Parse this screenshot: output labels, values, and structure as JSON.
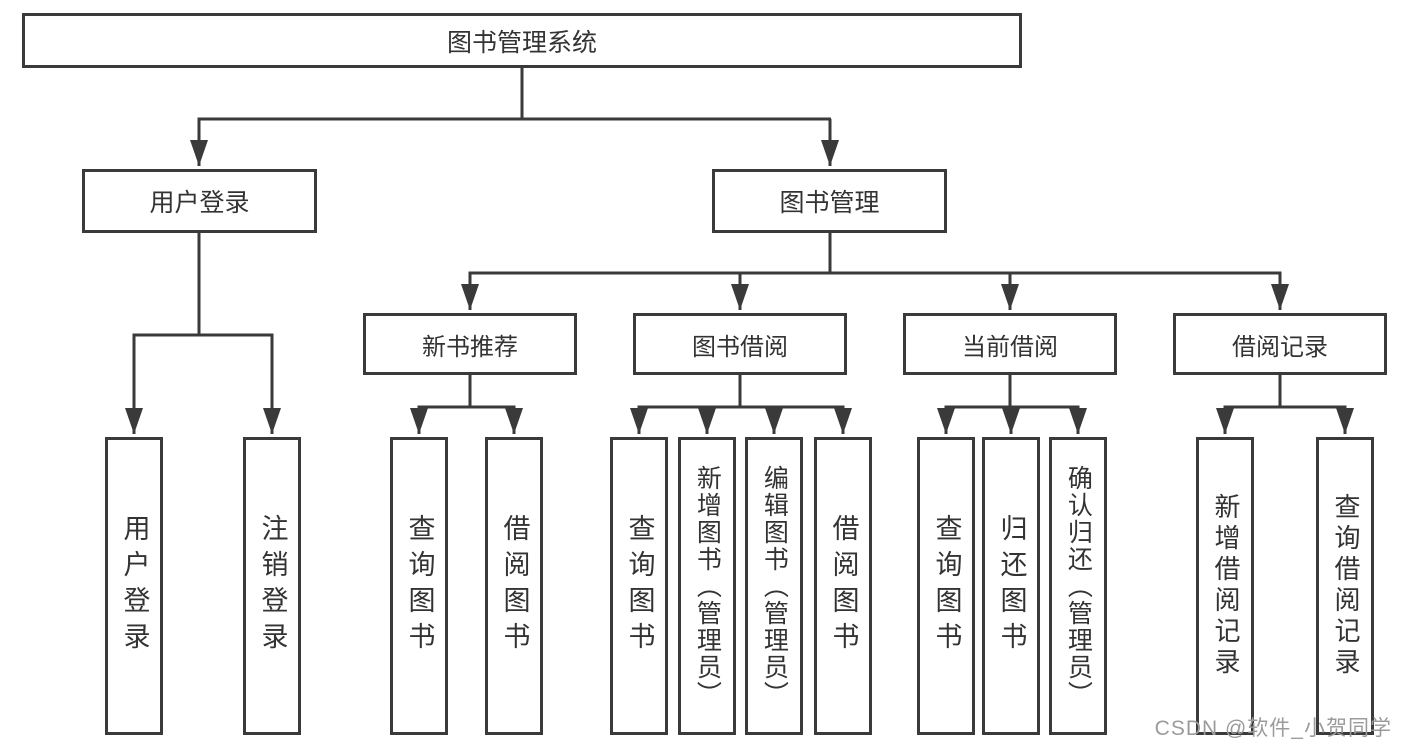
{
  "diagram": {
    "title": "图书管理系统",
    "tree": {
      "label": "图书管理系统",
      "children": [
        {
          "label": "用户登录",
          "children": [
            {
              "label": "用户登录"
            },
            {
              "label": "注销登录"
            }
          ]
        },
        {
          "label": "图书管理",
          "children": [
            {
              "label": "新书推荐",
              "children": [
                {
                  "label": "查询图书"
                },
                {
                  "label": "借阅图书"
                }
              ]
            },
            {
              "label": "图书借阅",
              "children": [
                {
                  "label": "查询图书"
                },
                {
                  "label": "新增图书（管理员）"
                },
                {
                  "label": "编辑图书（管理员）"
                },
                {
                  "label": "借阅图书"
                }
              ]
            },
            {
              "label": "当前借阅",
              "children": [
                {
                  "label": "查询图书"
                },
                {
                  "label": "归还图书"
                },
                {
                  "label": "确认归还（管理员）"
                }
              ]
            },
            {
              "label": "借阅记录",
              "children": [
                {
                  "label": "新增借阅记录"
                },
                {
                  "label": "查询借阅记录"
                }
              ]
            }
          ]
        }
      ]
    },
    "colors": {
      "line": "#3a3a3a",
      "text": "#333333",
      "background": "#ffffff",
      "watermark": "#9b9b9b"
    },
    "watermark": "CSDN @软件_小贺同学"
  }
}
